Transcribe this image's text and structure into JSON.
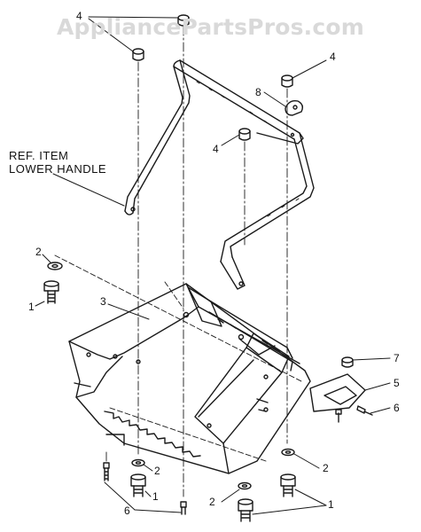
{
  "watermark": "AppliancePartsPros.com",
  "reference_label": {
    "line1": "REF. ITEM",
    "line2": "LOWER HANDLE"
  },
  "callouts": {
    "c4_top": "4",
    "c4_right": "4",
    "c4_mid": "4",
    "c8": "8",
    "c2_left": "2",
    "c1_left": "1",
    "c3": "3",
    "c7": "7",
    "c5": "5",
    "c6_right": "6",
    "c2_bottom_left": "2",
    "c1_bottom_left": "1",
    "c6_bottom": "6",
    "c2_bottom_mid": "2",
    "c2_bottom_right": "2",
    "c1_bottom_right": "1"
  }
}
